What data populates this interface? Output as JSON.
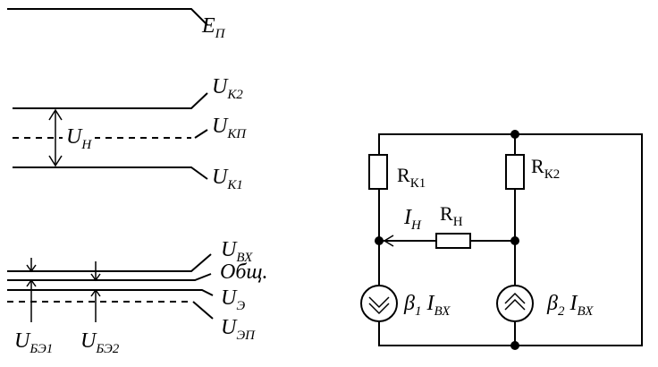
{
  "levels": {
    "e_p": {
      "main": "E",
      "sub": "П"
    },
    "u_k2": {
      "main": "U",
      "sub": "К2"
    },
    "u_kp": {
      "main": "U",
      "sub": "КП"
    },
    "u_k1": {
      "main": "U",
      "sub": "К1"
    },
    "u_n": {
      "main": "U",
      "sub": "Н"
    }
  },
  "inputs": {
    "u_vx": {
      "main": "U",
      "sub": "ВХ"
    },
    "obshch": {
      "main": "Общ."
    },
    "u_e": {
      "main": "U",
      "sub": "Э"
    },
    "u_ep": {
      "main": "U",
      "sub": "ЭП"
    },
    "u_be1": {
      "main": "U",
      "sub": "БЭ1"
    },
    "u_be2": {
      "main": "U",
      "sub": "БЭ2"
    }
  },
  "circuit": {
    "rk1": {
      "main": "R",
      "sub": "К1"
    },
    "rk2": {
      "main": "R",
      "sub": "К2"
    },
    "rn": {
      "main": "R",
      "sub": "Н"
    },
    "in": {
      "main": "I",
      "sub": "Н"
    },
    "src1": {
      "beta": "β",
      "beta_sub": "1",
      "main": "I",
      "sub": "ВХ"
    },
    "src2": {
      "beta": "β",
      "beta_sub": "2",
      "main": "I",
      "sub": "ВХ"
    }
  }
}
